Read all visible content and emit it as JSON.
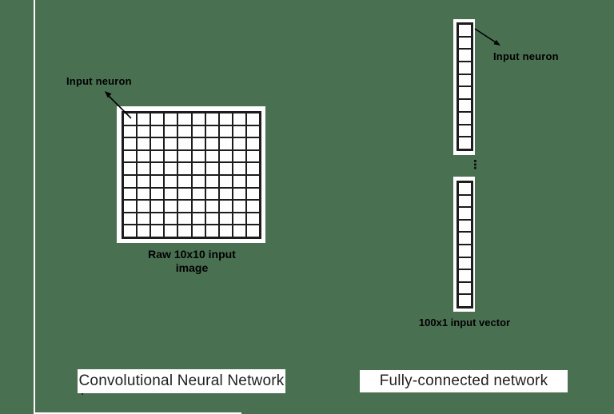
{
  "canvas": {
    "background_color": "#4a7052",
    "slide_edge_color": "#ffffff",
    "ink_color": "#000000"
  },
  "left_figure": {
    "annotation_label": "Input neuron",
    "grid": {
      "rows": 10,
      "cols": 10
    },
    "caption_line1": "Raw 10x10 input",
    "caption_line2": "image",
    "footer_label": "Convolutional Neural Network"
  },
  "right_figure": {
    "annotation_label": "Input neuron",
    "vector": {
      "segments": 2,
      "cells_per_segment": 10,
      "cols": 1
    },
    "ellipsis_glyph": "⋮",
    "caption": "100x1 input vector",
    "footer_label": "Fully-connected network"
  }
}
